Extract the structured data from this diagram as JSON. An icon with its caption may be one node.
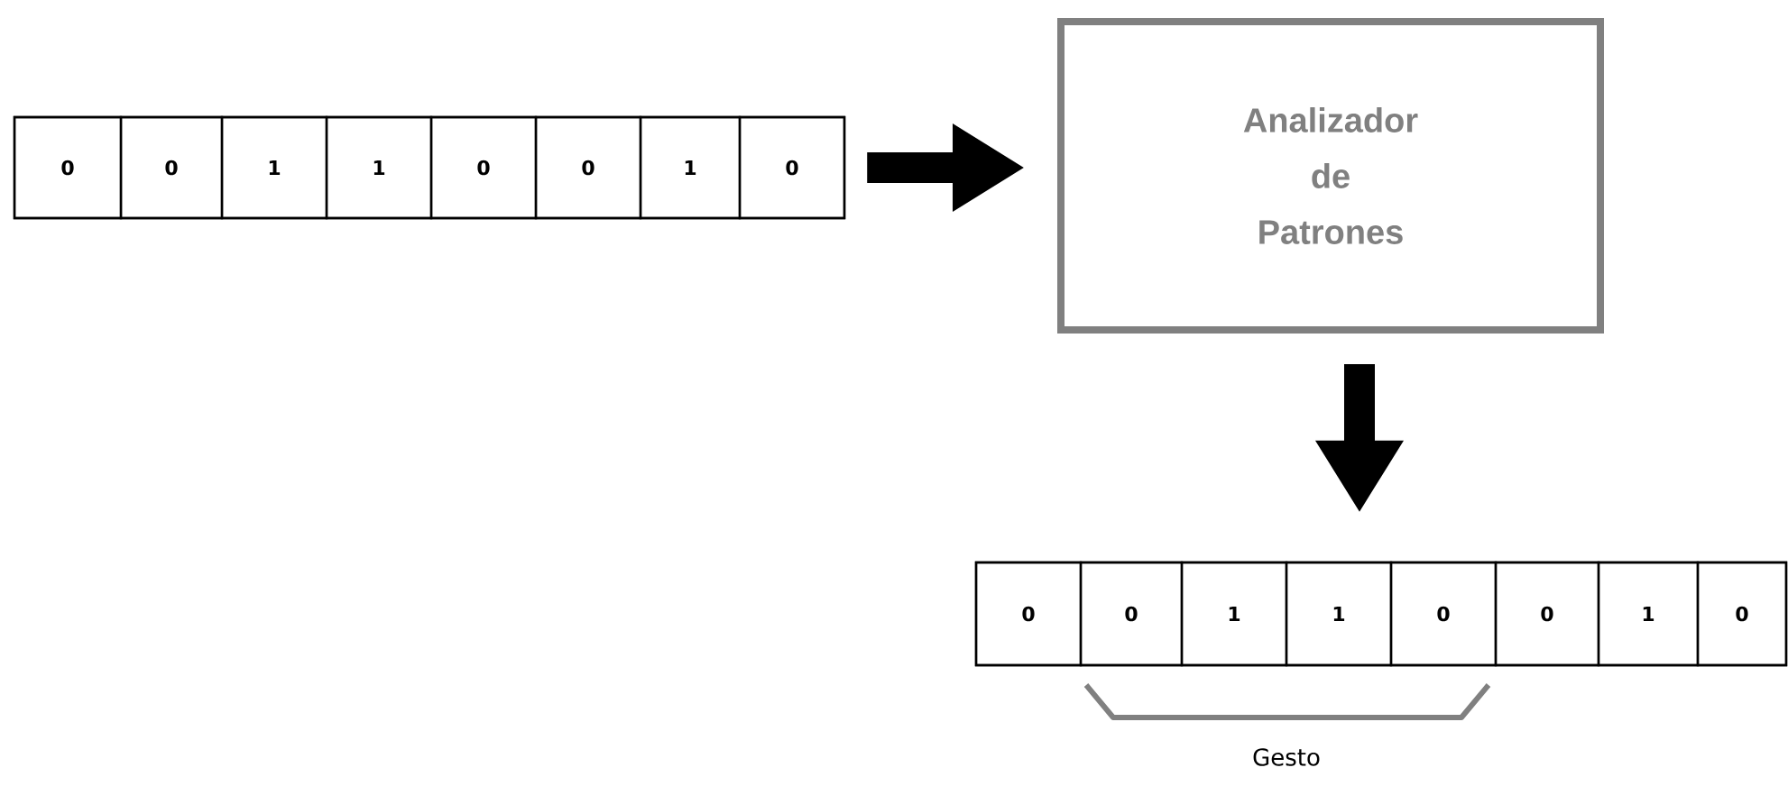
{
  "diagram": {
    "nodes": [
      {
        "text": [],
        "shape": "box"
      },
      {
        "text": [
          "0"
        ],
        "in": 0
      },
      {
        "text": [
          "0"
        ],
        "in": 0
      },
      {
        "text": [
          "1"
        ],
        "in": 0
      },
      {
        "text": [
          "1"
        ],
        "in": 0
      },
      {
        "text": [
          "0"
        ],
        "in": 0
      },
      {
        "text": [
          "0"
        ],
        "in": 0
      },
      {
        "text": [
          "1"
        ],
        "in": 0
      },
      {
        "text": [
          "0"
        ],
        "in": 0
      },
      {
        "text": [
          "Analizador de Patrones"
        ]
      },
      {
        "text": [],
        "shape": "box"
      },
      {
        "text": [
          "0"
        ],
        "in": 10
      },
      {
        "text": [
          "0"
        ],
        "in": 10
      },
      {
        "text": [
          "1"
        ],
        "in": 10
      },
      {
        "text": [
          "1"
        ],
        "in": 10
      },
      {
        "text": [
          "0"
        ],
        "in": 10
      },
      {
        "text": [
          "0"
        ],
        "in": 10
      },
      {
        "text": [
          "1"
        ],
        "in": 10
      },
      {
        "text": [
          "0"
        ],
        "in": 10
      }
    ],
    "edges": [
      {
        "from": 0,
        "to": 9,
        "arrow": "to"
      },
      {
        "from": 9,
        "to": 10,
        "arrow": "to"
      }
    ],
    "labels": [
      "Gesto"
    ]
  }
}
